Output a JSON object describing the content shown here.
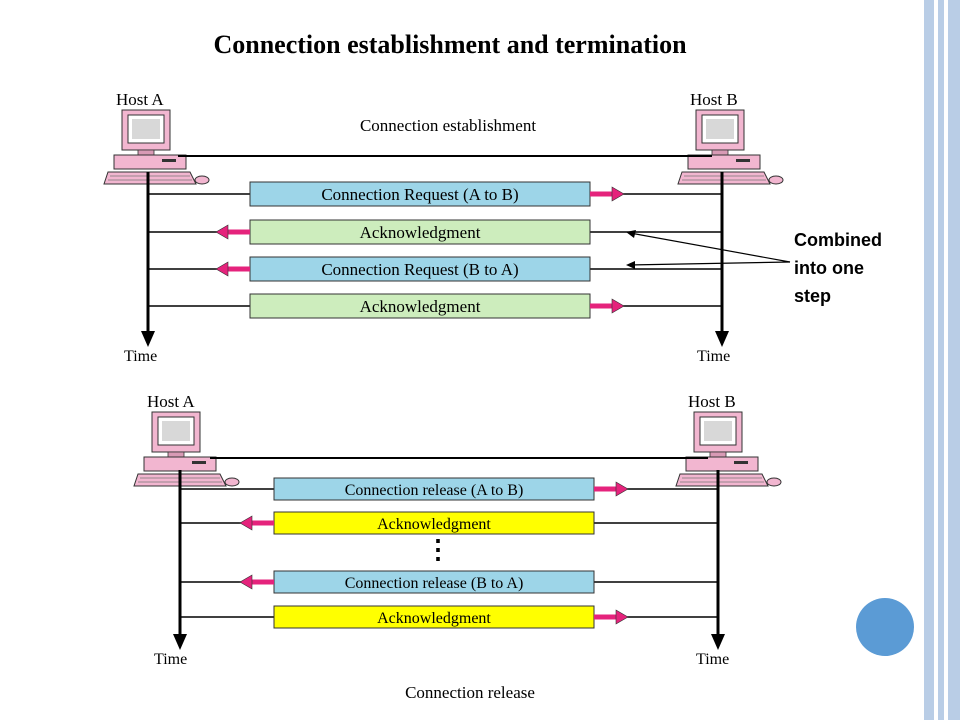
{
  "title": "Connection establishment and termination",
  "colors": {
    "request_box": "#9dd5e8",
    "ack_box_establish": "#cdedbd",
    "ack_box_release": "#ffff00",
    "arrow_head": "#e5237c",
    "side_border": "#b9cde6",
    "side_circle": "#5b9bd5"
  },
  "establishment": {
    "caption": "Connection establishment",
    "host_a": "Host A",
    "host_b": "Host B",
    "time_a": "Time",
    "time_b": "Time",
    "messages": [
      {
        "label": "Connection Request (A to B)",
        "direction": "A-to-B"
      },
      {
        "label": "Acknowledgment",
        "direction": "B-to-A"
      },
      {
        "label": "Connection Request (B to A)",
        "direction": "B-to-A"
      },
      {
        "label": "Acknowledgment",
        "direction": "A-to-B"
      }
    ]
  },
  "release": {
    "caption": "Connection release",
    "host_a": "Host A",
    "host_b": "Host B",
    "time_a": "Time",
    "time_b": "Time",
    "messages": [
      {
        "label": "Connection release (A to B)",
        "direction": "A-to-B"
      },
      {
        "label": "Acknowledgment",
        "direction": "B-to-A"
      },
      {
        "label": "Connection release (B to A)",
        "direction": "B-to-A"
      },
      {
        "label": "Acknowledgment",
        "direction": "A-to-B"
      }
    ],
    "ellipsis": "⋮"
  },
  "annotation": {
    "lines": [
      "Combined",
      "into one",
      "step"
    ]
  }
}
